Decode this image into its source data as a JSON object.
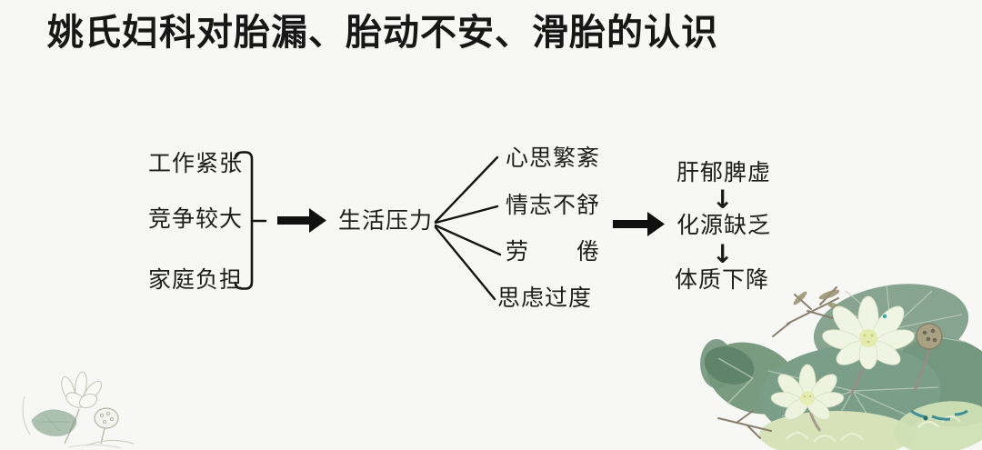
{
  "slide": {
    "title": "姚氏妇科对胎漏、胎动不安、滑胎的认识",
    "background_color": "#f7f7f5",
    "text_color": "#1d1d1d",
    "diagram": {
      "causes": [
        {
          "label": "工作紧张"
        },
        {
          "label": "竞争较大"
        },
        {
          "label": "家庭负担"
        }
      ],
      "center": {
        "label": "生活压力"
      },
      "branches": [
        {
          "label": "心思繁紊"
        },
        {
          "label": "情志不舒"
        },
        {
          "label": "劳　　倦"
        },
        {
          "label": "思虑过度"
        }
      ],
      "outcomes": [
        {
          "label": "肝郁脾虚"
        },
        {
          "label": "化源缺乏"
        },
        {
          "label": "体质下降"
        }
      ],
      "down_arrow_glyph": "↓",
      "connector_color": "#141414"
    },
    "decorations": {
      "bottom_right": "lotus-painting",
      "bottom_left": "lotus-line-sketch",
      "leaf_color": "#7b9e89",
      "flower_color": "#f0f4e3",
      "accent_teal": "#2e8691"
    }
  }
}
